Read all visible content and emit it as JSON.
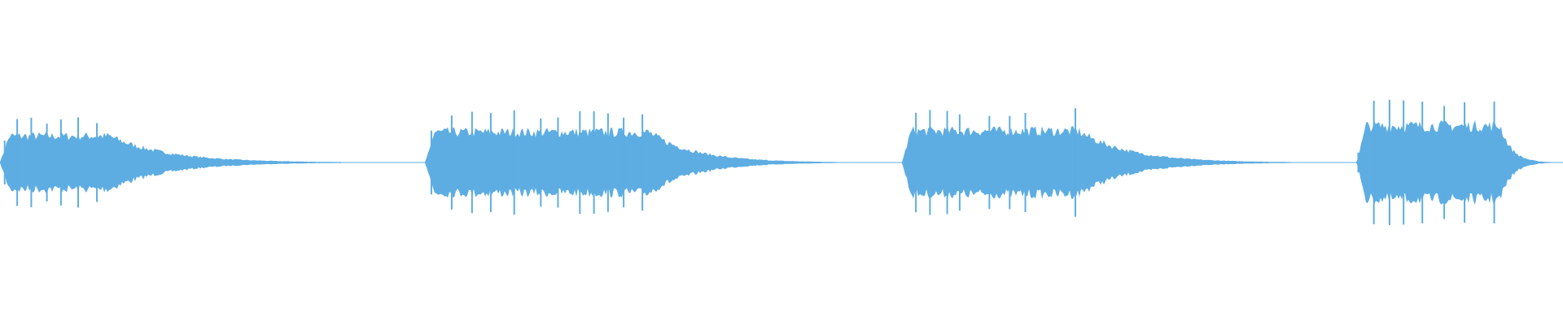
{
  "waveform": {
    "color": "#5DADE2",
    "background": "#ffffff",
    "segments": [
      {
        "start": 0.0,
        "end": 0.272,
        "peak": 0.42,
        "decay_start": 0.07
      },
      {
        "start": 0.272,
        "end": 0.577,
        "peak": 0.48,
        "decay_start": 0.415
      },
      {
        "start": 0.577,
        "end": 0.868,
        "peak": 0.5,
        "decay_start": 0.69
      },
      {
        "start": 0.868,
        "end": 1.0,
        "peak": 0.58,
        "decay_start": 0.96
      }
    ],
    "spikes": [
      0.003,
      0.011,
      0.02,
      0.03,
      0.039,
      0.05,
      0.062,
      0.276,
      0.289,
      0.302,
      0.314,
      0.329,
      0.346,
      0.357,
      0.371,
      0.38,
      0.389,
      0.399,
      0.411,
      0.586,
      0.595,
      0.606,
      0.614,
      0.633,
      0.646,
      0.656,
      0.688,
      0.869,
      0.879,
      0.889,
      0.898,
      0.91,
      0.924,
      0.937,
      0.956
    ]
  }
}
